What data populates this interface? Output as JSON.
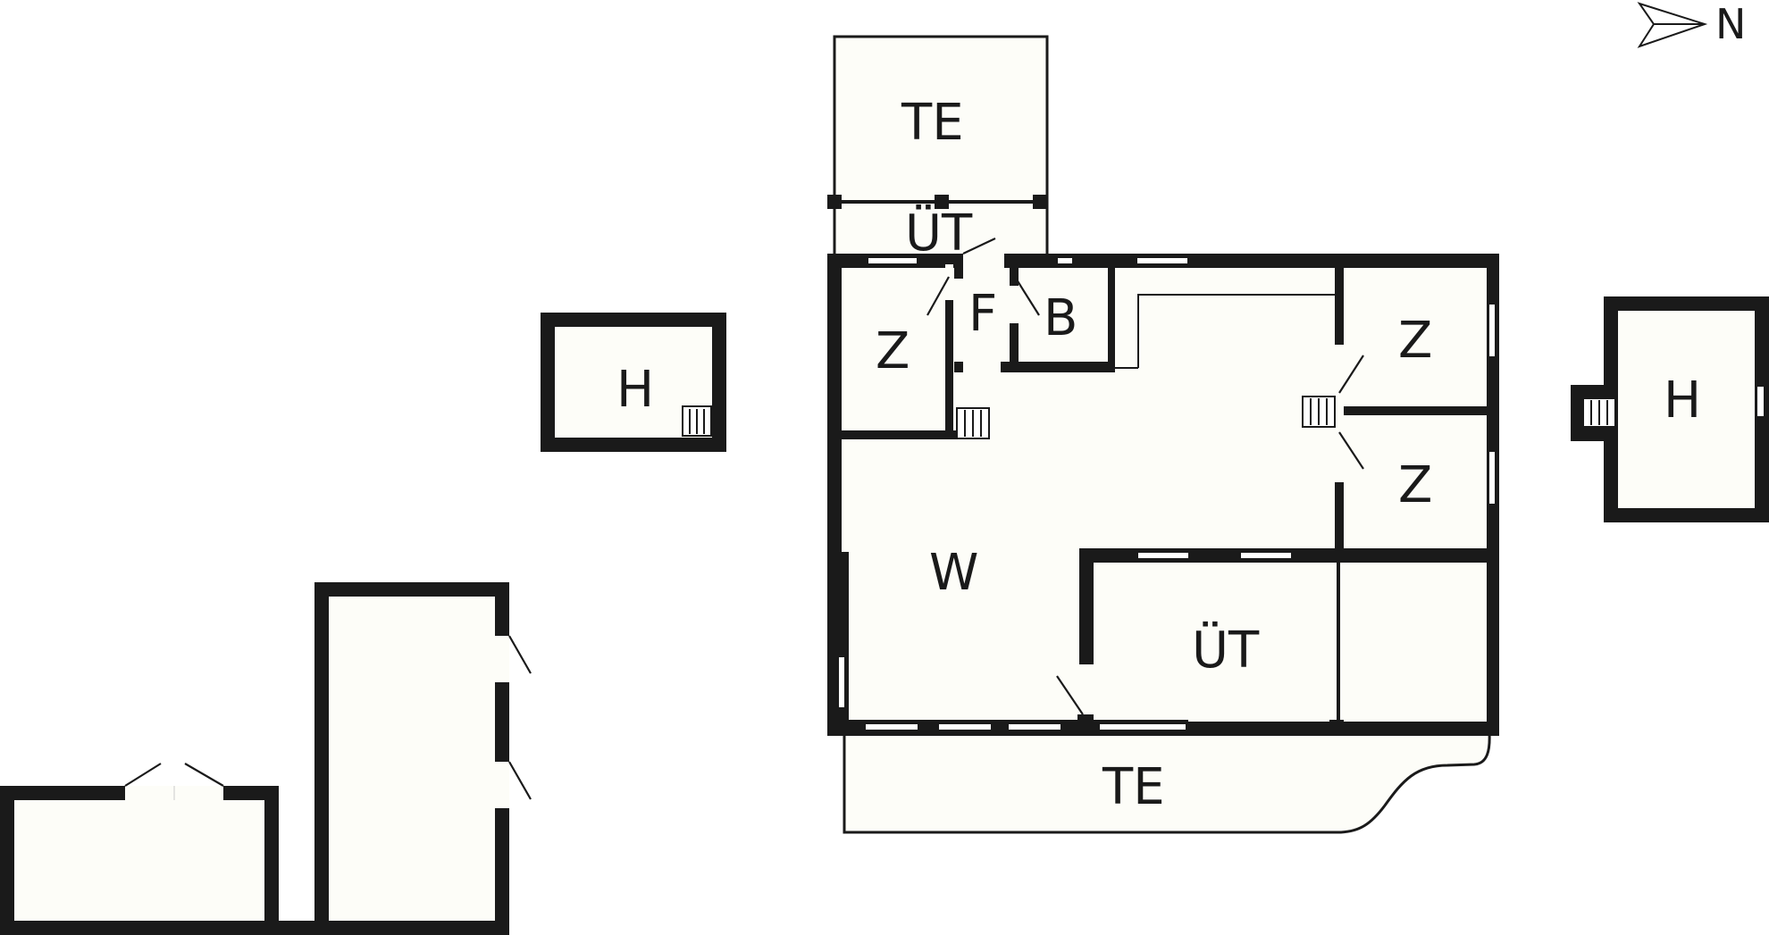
{
  "compass": {
    "label": "N",
    "icon": "north-arrow-icon"
  },
  "rooms": {
    "terrace_top": "TE",
    "entrance_top": "ÜT",
    "room_nw": "Z",
    "hallway": "F",
    "bathroom": "B",
    "room_ne_upper": "Z",
    "room_ne_lower": "Z",
    "living": "W",
    "utility_bottom": "ÜT",
    "terrace_bottom": "TE",
    "shed_west": "H",
    "shed_east": "H"
  },
  "colors": {
    "wall": "#1a1a1a",
    "floor": "#fdfdf8",
    "background": "#ffffff"
  }
}
